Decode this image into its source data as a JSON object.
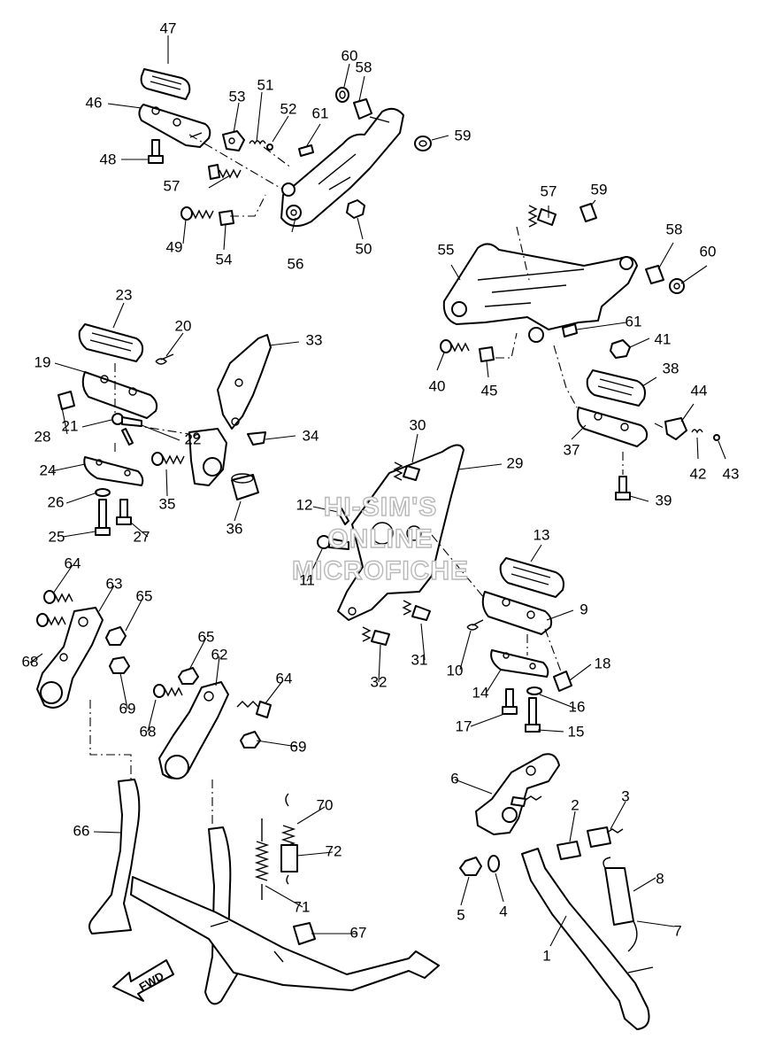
{
  "watermark": {
    "line1": "HI-SIM'S",
    "line2": "ONLINE",
    "line3": "MICROFICHE"
  },
  "direction_arrow": {
    "label": "FWD",
    "icon": "forward-arrow-icon"
  },
  "callouts": [
    "1",
    "2",
    "3",
    "4",
    "5",
    "6",
    "7",
    "8",
    "9",
    "10",
    "11",
    "12",
    "13",
    "14",
    "15",
    "16",
    "17",
    "18",
    "19",
    "20",
    "21",
    "22",
    "23",
    "24",
    "25",
    "26",
    "27",
    "28",
    "29",
    "30",
    "31",
    "32",
    "33",
    "34",
    "35",
    "36",
    "37",
    "38",
    "39",
    "40",
    "41",
    "42",
    "43",
    "44",
    "45",
    "46",
    "47",
    "48",
    "49",
    "50",
    "51",
    "52",
    "53",
    "54",
    "55",
    "56",
    "57",
    "57",
    "58",
    "58",
    "59",
    "59",
    "60",
    "60",
    "61",
    "61",
    "62",
    "63",
    "64",
    "64",
    "65",
    "65",
    "66",
    "67",
    "68",
    "68",
    "69",
    "69",
    "70",
    "71",
    "72"
  ]
}
